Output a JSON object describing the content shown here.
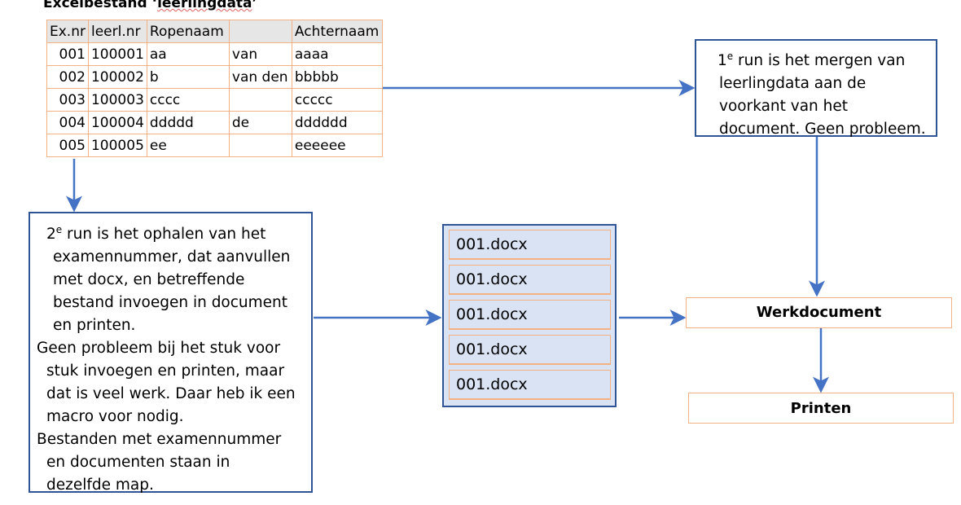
{
  "title": {
    "prefix": "Excelbestand ‘",
    "name": "leerlingdata",
    "suffix": "’"
  },
  "table": {
    "headers": [
      "Ex.nr",
      "leerl.nr",
      "Ropenaam",
      "",
      "Achternaam"
    ],
    "rows": [
      [
        "001",
        "100001",
        "aa",
        "van",
        "aaaa"
      ],
      [
        "002",
        "100002",
        "b",
        "van den",
        "bbbbb"
      ],
      [
        "003",
        "100003",
        "cccc",
        "",
        "ccccc"
      ],
      [
        "004",
        "100004",
        "ddddd",
        "de",
        "dddddd"
      ],
      [
        "005",
        "100005",
        "ee",
        "",
        "eeeeee"
      ]
    ]
  },
  "box1": {
    "lines": [
      "1e run is het mergen van",
      "leerlingdata aan de",
      "voorkant van het",
      "document. Geen probleem."
    ]
  },
  "box2": {
    "lines": [
      "2e run is het ophalen van het",
      "examennummer, dat aanvullen",
      "met docx, en betreffende",
      "bestand invoegen in document",
      "en printen."
    ],
    "para2": "Geen probleem bij het stuk voor stuk invoegen en printen, maar dat is veel werk. Daar heb ik een macro voor nodig.",
    "para3": "Bestanden met examennummer en documenten staan in dezelfde map."
  },
  "docs": [
    "001.docx",
    "001.docx",
    "001.docx",
    "001.docx",
    "001.docx"
  ],
  "werkdocument": "Werkdocument",
  "printen": "Printen",
  "colors": {
    "arrow": "#4472c4",
    "box_border": "#2f5597",
    "docs_fill": "#dae3f3",
    "cell_border": "#f4b183"
  }
}
